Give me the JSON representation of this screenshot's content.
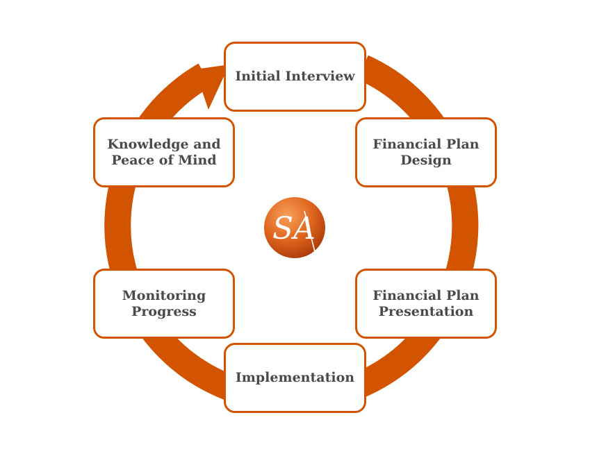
{
  "colors": {
    "ring": "#d35400",
    "box_border": "#d35400",
    "text": "#4a4a4a",
    "logo_light": "#f0883a",
    "logo_dark": "#b8400a"
  },
  "cycle": {
    "steps": [
      {
        "label": "Initial Interview"
      },
      {
        "label": "Financial Plan\nDesign"
      },
      {
        "label": "Financial Plan\nPresentation"
      },
      {
        "label": "Implementation"
      },
      {
        "label": "Monitoring\nProgress"
      },
      {
        "label": "Knowledge and\nPeace of Mind"
      }
    ]
  },
  "logo": {
    "text": "SA",
    "icon": "sa-monogram-logo"
  }
}
